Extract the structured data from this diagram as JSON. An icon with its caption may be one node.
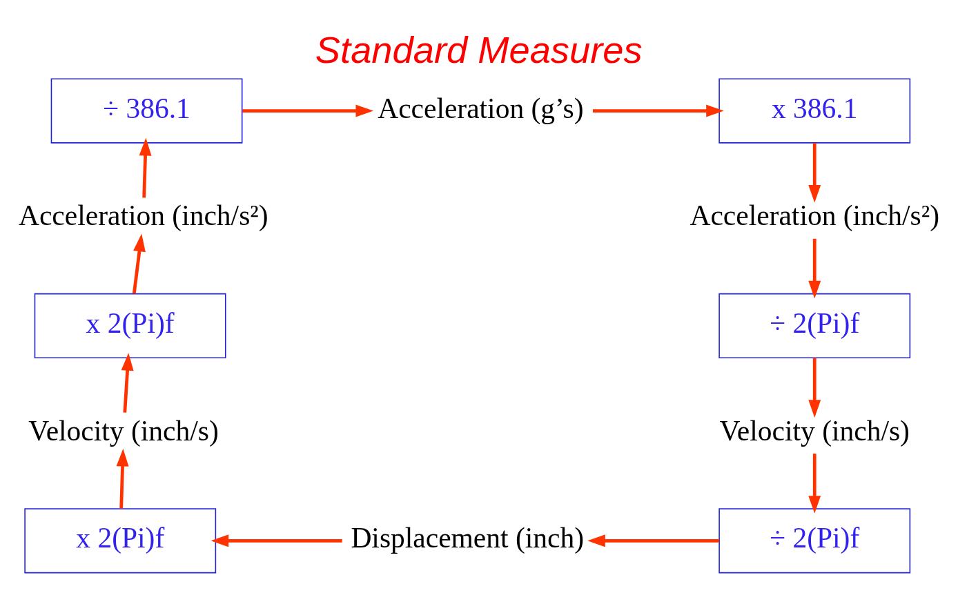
{
  "diagram": {
    "title": "Standard Measures",
    "nodes": [
      {
        "text": [
          "÷ 386.1"
        ]
      },
      {
        "text": [
          "Acceleration (g’s)"
        ]
      },
      {
        "text": [
          "x 386.1"
        ]
      },
      {
        "text": [
          "Acceleration (inch/s²)"
        ]
      },
      {
        "text": [
          "Acceleration (inch/s²)"
        ]
      },
      {
        "text": [
          "x 2(Pi)f"
        ]
      },
      {
        "text": [
          "÷ 2(Pi)f"
        ]
      },
      {
        "text": [
          "Velocity (inch/s)"
        ]
      },
      {
        "text": [
          "Velocity (inch/s)"
        ]
      },
      {
        "text": [
          "x 2(Pi)f"
        ]
      },
      {
        "text": [
          "Displacement (inch)"
        ]
      },
      {
        "text": [
          "÷ 2(Pi)f"
        ]
      }
    ],
    "edges": [
      {
        "from": 0,
        "to": 1,
        "arrow": "to"
      },
      {
        "from": 1,
        "to": 2,
        "arrow": "to"
      },
      {
        "from": 2,
        "to": 4,
        "arrow": "to"
      },
      {
        "from": 4,
        "to": 6,
        "arrow": "to"
      },
      {
        "from": 6,
        "to": 8,
        "arrow": "to"
      },
      {
        "from": 8,
        "to": 11,
        "arrow": "to"
      },
      {
        "from": 11,
        "to": 10,
        "arrow": "to"
      },
      {
        "from": 10,
        "to": 9,
        "arrow": "to"
      },
      {
        "from": 9,
        "to": 7,
        "arrow": "to"
      },
      {
        "from": 7,
        "to": 5,
        "arrow": "to"
      },
      {
        "from": 5,
        "to": 3,
        "arrow": "to"
      },
      {
        "from": 3,
        "to": 0,
        "arrow": "to"
      }
    ]
  }
}
